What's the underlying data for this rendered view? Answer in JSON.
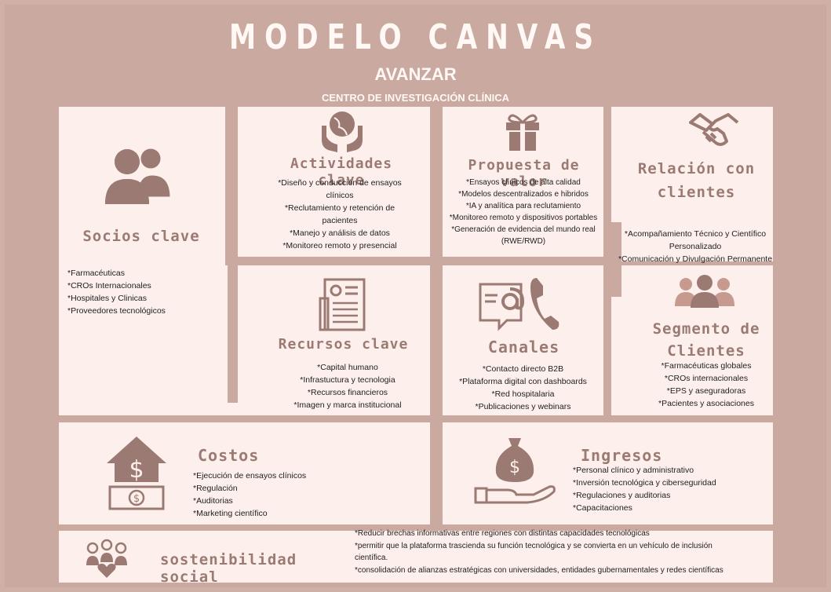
{
  "header": {
    "title": "MODELO CANVAS",
    "subtitle": "AVANZAR",
    "subtitle2": "CENTRO DE INVESTIGACIÓN CLÍNICA"
  },
  "socios": {
    "heading": "Socios clave",
    "items": [
      "*Farmacéuticas",
      "*CROs Internacionales",
      "*Hospitales y Clinicas",
      "*Proveedores tecnológicos"
    ]
  },
  "actividades": {
    "heading": "Actividades clave",
    "items": [
      "*Diseño y conducción de ensayos",
      "clínicos",
      "*Reclutamiento y retención de",
      "pacientes",
      "*Manejo y análisis de datos",
      "*Monitoreo remoto y presencial"
    ]
  },
  "propuesta": {
    "heading": "Propuesta de valor",
    "items": [
      "*Ensayos clínicos de alta calidad",
      "*Modelos descentralizados e hibridos",
      "*IA y analítica para reclutamiento",
      "*Monitoreo remoto y dispositivos portables",
      "*Generación de evidencia del mundo real",
      "(RWE/RWD)"
    ]
  },
  "relacion": {
    "heading_line1": "Relación con",
    "heading_line2": "clientes",
    "items": [
      "*Acompañamiento Técnico y Científico",
      "Personalizado",
      "*Comunicación y Divulgación Permanente"
    ]
  },
  "recursos": {
    "heading": "Recursos clave",
    "items": [
      "*Capital humano",
      "*Infrastuctura y tecnologia",
      "*Recursos financieros",
      "*Imagen y marca institucional"
    ]
  },
  "canales": {
    "heading": "Canales",
    "items": [
      "*Contacto directo B2B",
      "*Plataforma digital con dashboards",
      "*Red hospitalaria",
      "*Publicaciones y webinars"
    ]
  },
  "segmento": {
    "heading_line1": "Segmento de",
    "heading_line2": "Clientes",
    "items": [
      "*Farmacéuticas globales",
      "*CROs internacionales",
      "*EPS y aseguradoras",
      "*Pacientes y asociaciones"
    ]
  },
  "costos": {
    "heading": "Costos",
    "items": [
      "*Ejecución de ensayos clínicos",
      "*Regulación",
      "*Auditorias",
      "*Marketing científico"
    ]
  },
  "ingresos": {
    "heading": "Ingresos",
    "items": [
      "*Personal clínico y administrativo",
      "*Inversión tecnológica y ciberseguridad",
      "*Regulaciones y auditorias",
      "*Capacitaciones"
    ]
  },
  "sostenibilidad": {
    "heading": "sostenibilidad social",
    "items": [
      "*Reducir brechas informativas entre regiones con distintas capacidades tecnológicas",
      "*permitir que la plataforma trascienda su función tecnológica y se convierta en un vehículo de inclusión",
      "científica.",
      "*consolidación de alianzas estratégicas con universidades, entidades gubernamentales y redes científicas"
    ]
  },
  "colors": {
    "background": "#caa9a0",
    "box": "#fdf0ec",
    "heading": "#9a7a72",
    "icon": "#9a7a72"
  }
}
